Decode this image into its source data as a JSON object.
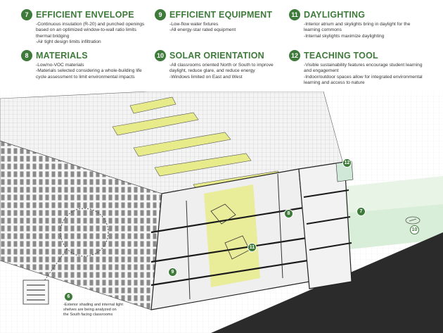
{
  "strategies": [
    {
      "number": "7",
      "title": "EFFICIENT ENVELOPE",
      "lines": [
        "-Continuous insulation (R-20) and punched openings",
        "based on an optimized window-to-wall ratio limits",
        "thermal bridging",
        "-Air tight design limits infiltration"
      ]
    },
    {
      "number": "9",
      "title": "EFFICIENT EQUIPMENT",
      "lines": [
        "-Low-flow water fixtures",
        "-All energy-star rated equipment"
      ]
    },
    {
      "number": "11",
      "title": "DAYLIGHTING",
      "lines": [
        "-Interior atrium and skylights bring in daylight for the",
        "learning commons",
        "-Internal skylights maximize daylighting"
      ]
    },
    {
      "number": "8",
      "title": "MATERIALS",
      "lines": [
        "-Low/no-VOC materials",
        "-Materials selected considering a whole-building life",
        "cycle assessment to limit environmental impacts"
      ]
    },
    {
      "number": "10",
      "title": "SOLAR ORIENTATION",
      "lines": [
        "-All classrooms oriented North or South to improve",
        "daylight, reduce glare, and reduce energy",
        "-Windows limited on East and West"
      ]
    },
    {
      "number": "12",
      "title": "TEACHING TOOL",
      "lines": [
        "-Visible sustainability features encourage student learning",
        "and engagement",
        "-Indoor/outdoor spaces allow for integrated environmental",
        "learning and access to nature"
      ]
    }
  ],
  "diagram_markers": [
    "12",
    "8",
    "7",
    "11",
    "9",
    "10",
    "6"
  ],
  "callout": {
    "lines": [
      "-Exterior shading and internal light",
      "shelves are being analyzed on",
      "the South facing classrooms"
    ]
  },
  "colors": {
    "accent": "#3e7a3a",
    "daylight": "#e8eb8a",
    "ground": "#d9eed8",
    "road": "#2b2b2b"
  }
}
